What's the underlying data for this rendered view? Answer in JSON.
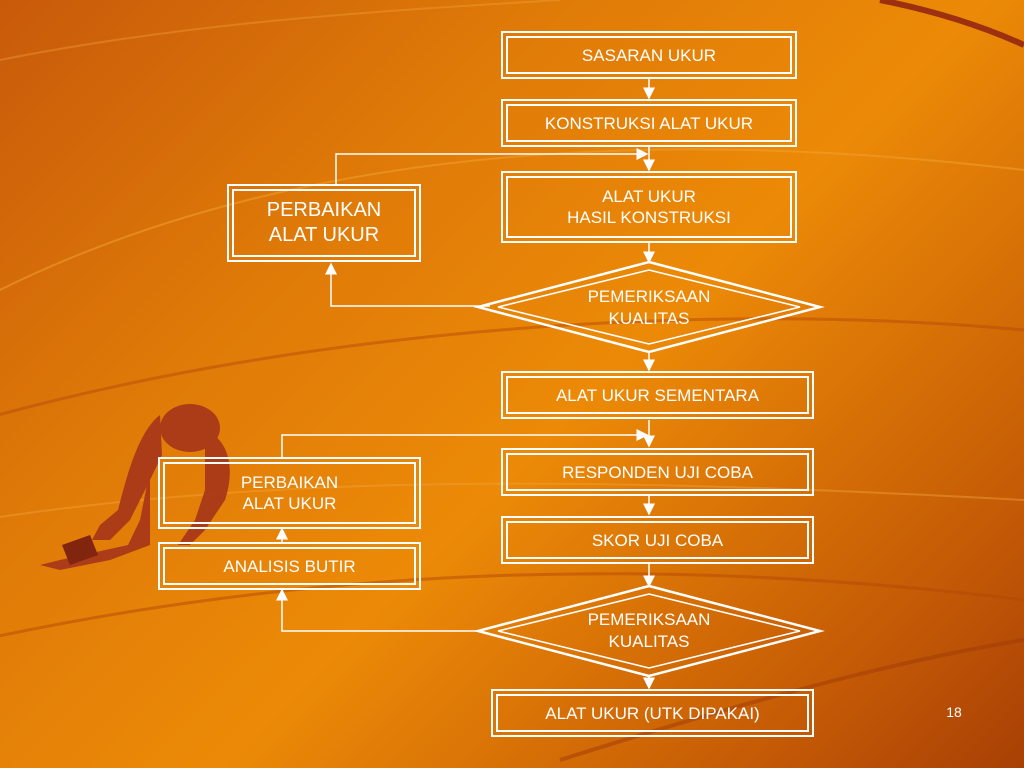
{
  "flowchart": {
    "nodes": {
      "sasaran_ukur": "SASARAN UKUR",
      "konstruksi_alat_ukur": "KONSTRUKSI ALAT UKUR",
      "alat_ukur_hasil_konstruksi": "ALAT UKUR\nHASIL KONSTRUKSI",
      "pemeriksaan_kualitas_1": "PEMERIKSAAN\nKUALITAS",
      "perbaikan_alat_ukur_1": "PERBAIKAN\nALAT UKUR",
      "alat_ukur_sementara": "ALAT UKUR SEMENTARA",
      "responden_uji_coba": "RESPONDEN UJI COBA",
      "skor_uji_coba": "SKOR UJI COBA",
      "pemeriksaan_kualitas_2": "PEMERIKSAAN\nKUALITAS",
      "analisis_butir": "ANALISIS BUTIR",
      "perbaikan_alat_ukur_2": "PERBAIKAN\nALAT UKUR",
      "alat_ukur_dipakai": "ALAT UKUR (UTK DIPAKAI)"
    }
  },
  "slide": {
    "page_number": "18"
  },
  "colors": {
    "background": "#e07f08",
    "accent_dark": "#a83a10",
    "lines": "#ffffff"
  }
}
